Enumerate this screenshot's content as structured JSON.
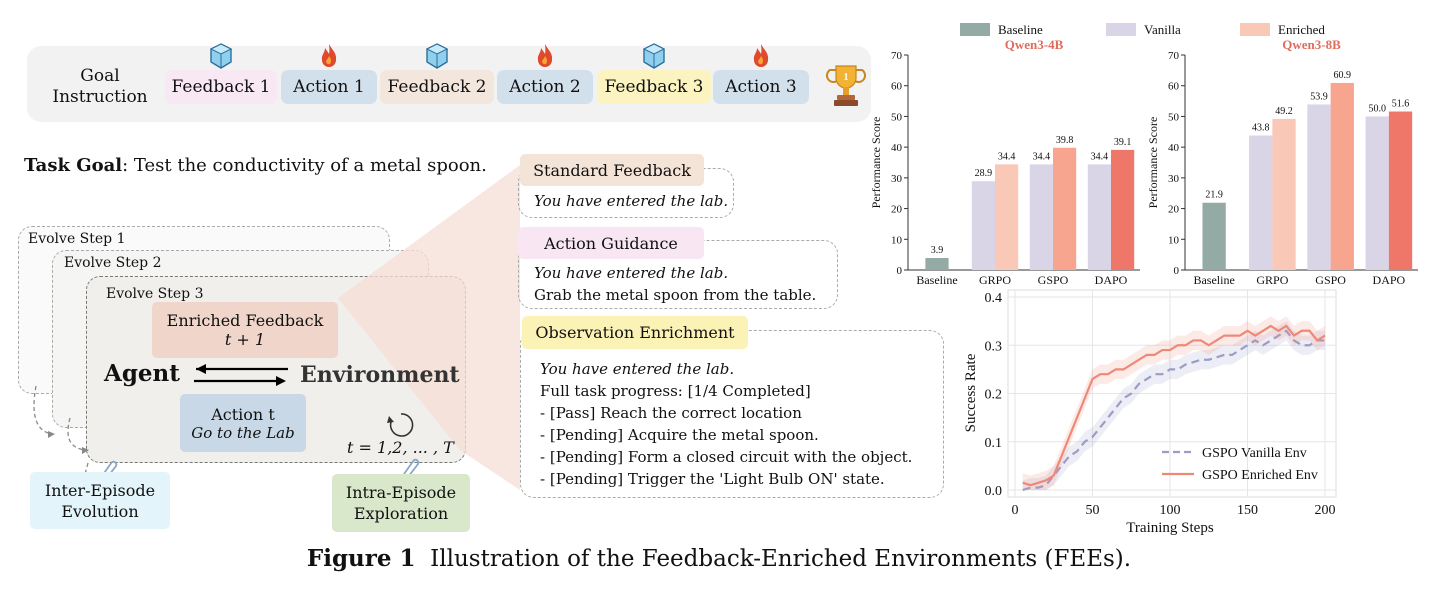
{
  "trajectory": {
    "goal": [
      "Goal",
      "Instruction"
    ],
    "steps": [
      {
        "label": "Feedback 1",
        "color": "#f8e8f3",
        "icon": "ice-cube-icon"
      },
      {
        "label": "Action 1",
        "color": "#d2e0ec",
        "icon": "fire-icon"
      },
      {
        "label": "Feedback 2",
        "color": "#f3e6dd",
        "icon": "ice-cube-icon"
      },
      {
        "label": "Action 2",
        "color": "#d2e0ec",
        "icon": "fire-icon"
      },
      {
        "label": "Feedback 3",
        "color": "#fbf3c0",
        "icon": "ice-cube-icon"
      },
      {
        "label": "Action 3",
        "color": "#d2e0ec",
        "icon": "fire-icon"
      }
    ],
    "end_icon": "trophy-icon"
  },
  "task_goal": {
    "label": "Task Goal",
    "text": ": Test the conductivity of a metal spoon."
  },
  "evolve": {
    "steps": [
      "Evolve Step 1",
      "Evolve Step 2",
      "Evolve Step 3"
    ],
    "enriched_feedback": "Enriched Feedback",
    "enriched_t": "t + 1",
    "agent": "Agent",
    "environment": "Environment",
    "action": "Action t",
    "action_sub": "Go to the Lab",
    "t_range": "t = 1,2, ... , T",
    "inter_episode": [
      "Inter-Episode",
      "Evolution"
    ],
    "intra_episode": [
      "Intra-Episode",
      "Exploration"
    ]
  },
  "feedback_types": {
    "standard": {
      "title": "Standard Feedback",
      "lines": [
        "You have entered the lab."
      ]
    },
    "guidance": {
      "title": "Action Guidance",
      "lines": [
        "You have entered the lab.",
        "Grab the metal spoon from the table."
      ]
    },
    "enrichment": {
      "title": "Observation Enrichment",
      "lines": [
        "You have entered the lab.",
        "Full task progress: [1/4 Completed]",
        "- [Pass] Reach the correct location",
        "- [Pending] Acquire the metal spoon.",
        "- [Pending] Form a closed circuit with the object.",
        "- [Pending] Trigger the 'Light Bulb ON' state."
      ]
    }
  },
  "caption": {
    "label": "Figure 1",
    "text": "Illustration of the Feedback-Enriched Environments (FEEs)."
  },
  "chart_data": [
    {
      "type": "bar",
      "title": "Qwen3-4B",
      "ylabel": "Performance Score",
      "ylim": [
        0,
        70
      ],
      "yticks": [
        0,
        10,
        20,
        30,
        40,
        50,
        60,
        70
      ],
      "categories": [
        "Baseline",
        "GRPO",
        "GSPO",
        "DAPO"
      ],
      "series": [
        {
          "name": "Baseline",
          "color": "#93aba4",
          "values": [
            3.9,
            null,
            null,
            null
          ]
        },
        {
          "name": "Vanilla",
          "color": "#d9d5e6",
          "values": [
            null,
            28.9,
            34.4,
            34.4
          ]
        },
        {
          "name": "Enriched",
          "color": [
            "#f9c8b6",
            "#f7a58f",
            "#ee776a"
          ],
          "values": [
            null,
            34.4,
            39.8,
            39.1
          ]
        }
      ],
      "legend": "top"
    },
    {
      "type": "bar",
      "title": "Qwen3-8B",
      "ylabel": "Performance Score",
      "ylim": [
        0,
        70
      ],
      "yticks": [
        0,
        10,
        20,
        30,
        40,
        50,
        60,
        70
      ],
      "categories": [
        "Baseline",
        "GRPO",
        "GSPO",
        "DAPO"
      ],
      "series": [
        {
          "name": "Baseline",
          "color": "#93aba4",
          "values": [
            21.9,
            null,
            null,
            null
          ]
        },
        {
          "name": "Vanilla",
          "color": "#d9d5e6",
          "values": [
            null,
            43.8,
            53.9,
            50.0
          ]
        },
        {
          "name": "Enriched",
          "color": [
            "#f9c8b6",
            "#f7a58f",
            "#ee776a"
          ],
          "values": [
            null,
            49.2,
            60.9,
            51.6
          ]
        }
      ]
    },
    {
      "type": "line",
      "xlabel": "Training Steps",
      "ylabel": "Success Rate",
      "xlim": [
        0,
        200
      ],
      "ylim": [
        0,
        0.4
      ],
      "xticks": [
        0,
        50,
        100,
        150,
        200
      ],
      "yticks": [
        0.0,
        0.1,
        0.2,
        0.3,
        0.4
      ],
      "grid": true,
      "legend": "bottom-right",
      "series": [
        {
          "name": "GSPO Vanilla Env",
          "style": "dashed",
          "color": "#9c9cc8",
          "x": [
            5,
            10,
            15,
            20,
            25,
            30,
            35,
            40,
            45,
            50,
            55,
            60,
            65,
            70,
            75,
            80,
            85,
            90,
            95,
            100,
            105,
            110,
            115,
            120,
            125,
            130,
            135,
            140,
            145,
            150,
            155,
            160,
            165,
            170,
            175,
            180,
            185,
            190,
            195,
            200
          ],
          "y": [
            0.0,
            0.005,
            0.005,
            0.01,
            0.03,
            0.05,
            0.07,
            0.08,
            0.1,
            0.11,
            0.13,
            0.15,
            0.17,
            0.19,
            0.2,
            0.22,
            0.23,
            0.24,
            0.24,
            0.25,
            0.25,
            0.26,
            0.265,
            0.27,
            0.27,
            0.275,
            0.28,
            0.28,
            0.29,
            0.3,
            0.31,
            0.3,
            0.31,
            0.32,
            0.33,
            0.31,
            0.3,
            0.3,
            0.31,
            0.31
          ]
        },
        {
          "name": "GSPO Enriched Env",
          "style": "solid",
          "color": "#f08878",
          "x": [
            5,
            10,
            15,
            20,
            25,
            30,
            35,
            40,
            45,
            50,
            55,
            60,
            65,
            70,
            75,
            80,
            85,
            90,
            95,
            100,
            105,
            110,
            115,
            120,
            125,
            130,
            135,
            140,
            145,
            150,
            155,
            160,
            165,
            170,
            175,
            180,
            185,
            190,
            195,
            200
          ],
          "y": [
            0.015,
            0.01,
            0.015,
            0.02,
            0.03,
            0.07,
            0.11,
            0.15,
            0.19,
            0.23,
            0.24,
            0.24,
            0.25,
            0.25,
            0.26,
            0.27,
            0.28,
            0.28,
            0.29,
            0.29,
            0.3,
            0.3,
            0.31,
            0.31,
            0.3,
            0.31,
            0.32,
            0.32,
            0.32,
            0.33,
            0.32,
            0.33,
            0.34,
            0.33,
            0.34,
            0.32,
            0.33,
            0.33,
            0.31,
            0.32
          ]
        }
      ]
    }
  ]
}
